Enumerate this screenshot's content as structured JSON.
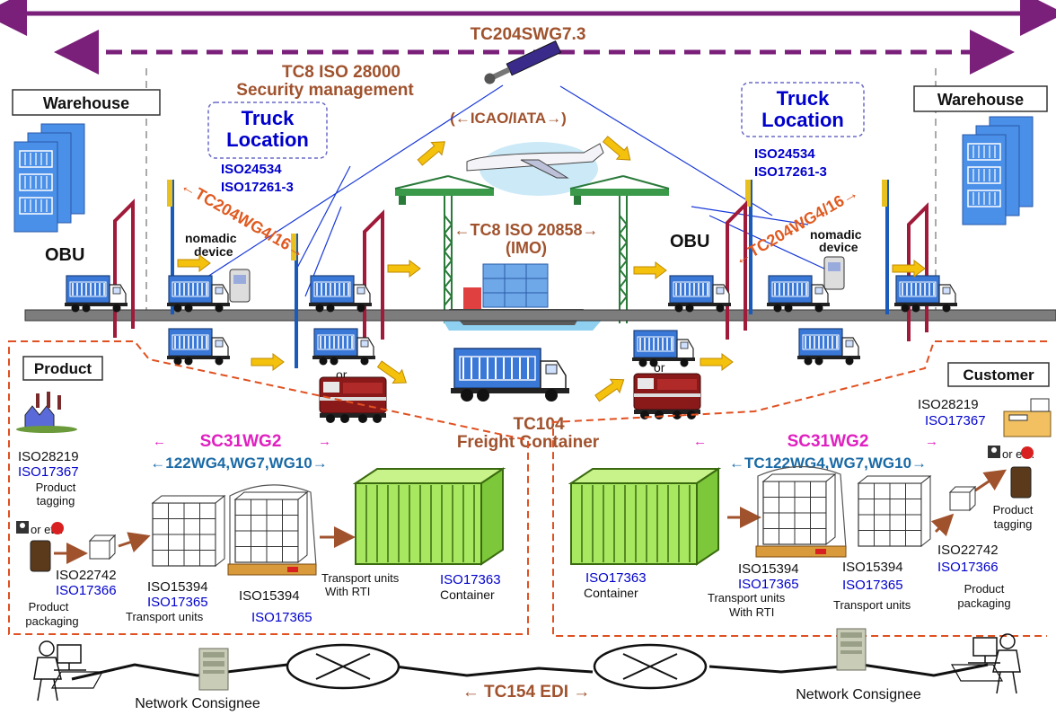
{
  "standards": {
    "tc204swg": "TC204SWG7.3",
    "tc8_iso28000_line1": "TC8  ISO 28000",
    "tc8_iso28000_line2": "Security management",
    "icao": "(←ICAO/IATA→)",
    "tc8_iso20858_line1": "←TC8 ISO 20858→",
    "tc8_iso20858_line2": "(IMO)",
    "tc204wg_left": "←TC204WG4/16→",
    "tc204wg_right": "←TC204WG4/16→",
    "tc104_line1": "TC104",
    "tc104_line2": "Freight Container",
    "sc31_left": "SC31WG2",
    "sc31_right": "SC31WG2",
    "tc122_left": "←122WG4,WG7,WG10→",
    "tc122_right": "←TC122WG4,WG7,WG10→",
    "tc154": "← TC154 EDI →"
  },
  "left": {
    "warehouse": "Warehouse",
    "truck_location_1": "Truck",
    "truck_location_2": "Location",
    "iso24534": "ISO24534",
    "iso17261": "ISO17261-3",
    "obu": "OBU",
    "nomadic_1": "nomadic",
    "nomadic_2": "device",
    "or1": "or",
    "product": "Product",
    "iso28219": "ISO28219",
    "iso17367": "ISO17367",
    "product_tagging_1": "Product",
    "product_tagging_2": "tagging",
    "or_etc": "or        etc.",
    "iso22742": "ISO22742",
    "iso17366": "ISO17366",
    "product_packaging_1": "Product",
    "product_packaging_2": "packaging",
    "iso15394_a": "ISO15394",
    "iso17365_a": "ISO17365",
    "transport_units": "Transport units",
    "iso15394_b": "ISO15394",
    "iso17365_b": "ISO17365",
    "transport_rti_1": "Transport units",
    "transport_rti_2": "With RTI",
    "iso17363": "ISO17363",
    "container": "Container",
    "network_consignee": "Network Consignee"
  },
  "right": {
    "warehouse": "Warehouse",
    "truck_location_1": "Truck",
    "truck_location_2": "Location",
    "iso24534": "ISO24534",
    "iso17261": "ISO17261-3",
    "obu": "OBU",
    "nomadic_1": "nomadic",
    "nomadic_2": "device",
    "or2": "or",
    "customer": "Customer",
    "iso28219": "ISO28219",
    "iso17367": "ISO17367",
    "or_etc": "or        etc.",
    "product_tagging_1": "Product",
    "product_tagging_2": "tagging",
    "iso22742": "ISO22742",
    "iso17366": "ISO17366",
    "product_packaging_1": "Product",
    "product_packaging_2": "packaging",
    "iso17363": "ISO17363",
    "container": "Container",
    "iso15394_a": "ISO15394",
    "iso17365_a": "ISO17365",
    "transport_rti_1": "Transport units",
    "transport_rti_2": "With RTI",
    "iso15394_b": "ISO15394",
    "iso17365_b": "ISO17365",
    "transport_units": "Transport units",
    "network_consignee": "Network Consignee"
  },
  "colors": {
    "brown_label": "#a0522d",
    "blue_iso": "#0000cc",
    "purple_arrow": "#7a1f7a",
    "magenta": "#e020c0",
    "steel_blue": "#1a6aa6",
    "dashed_orange": "#e05020",
    "road": "#777777",
    "truck_blue": "#3a78d8",
    "container_green": "#99e24a",
    "yellow_arrow": "#f4c20d"
  }
}
